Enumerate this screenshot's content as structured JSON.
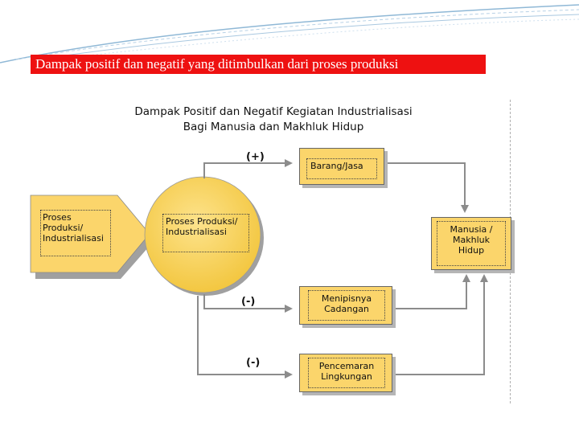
{
  "slide": {
    "title": "Dampak positif dan negatif yang ditimbulkan dari proses produksi"
  },
  "diagram": {
    "title_line1": "Dampak Positif dan Negatif Kegiatan Industrialisasi",
    "title_line2": "Bagi Manusia dan Makhluk Hidup",
    "source_box": {
      "line1": "Proses",
      "line2": "Produksi/",
      "line3": "Industrialisasi"
    },
    "process_circle": {
      "line1": "Proses Produksi/",
      "line2": "Industrialisasi"
    },
    "branches": [
      {
        "sign": "(+)",
        "line1": "Barang/Jasa",
        "line2": ""
      },
      {
        "sign": "(-)",
        "line1": "Menipisnya",
        "line2": "Cadangan"
      },
      {
        "sign": "(-)",
        "line1": "Pencemaran",
        "line2": "Lingkungan"
      }
    ],
    "target_box": {
      "line1": "Manusia /",
      "line2": "Makhluk",
      "line3": "Hidup"
    }
  },
  "colors": {
    "title_bar": "#ee1111",
    "box_fill": "#fbd56b",
    "circle_fill": "#f8d15a",
    "arrow": "#8c8c8c",
    "deco_lines": "#8fb8d6"
  }
}
